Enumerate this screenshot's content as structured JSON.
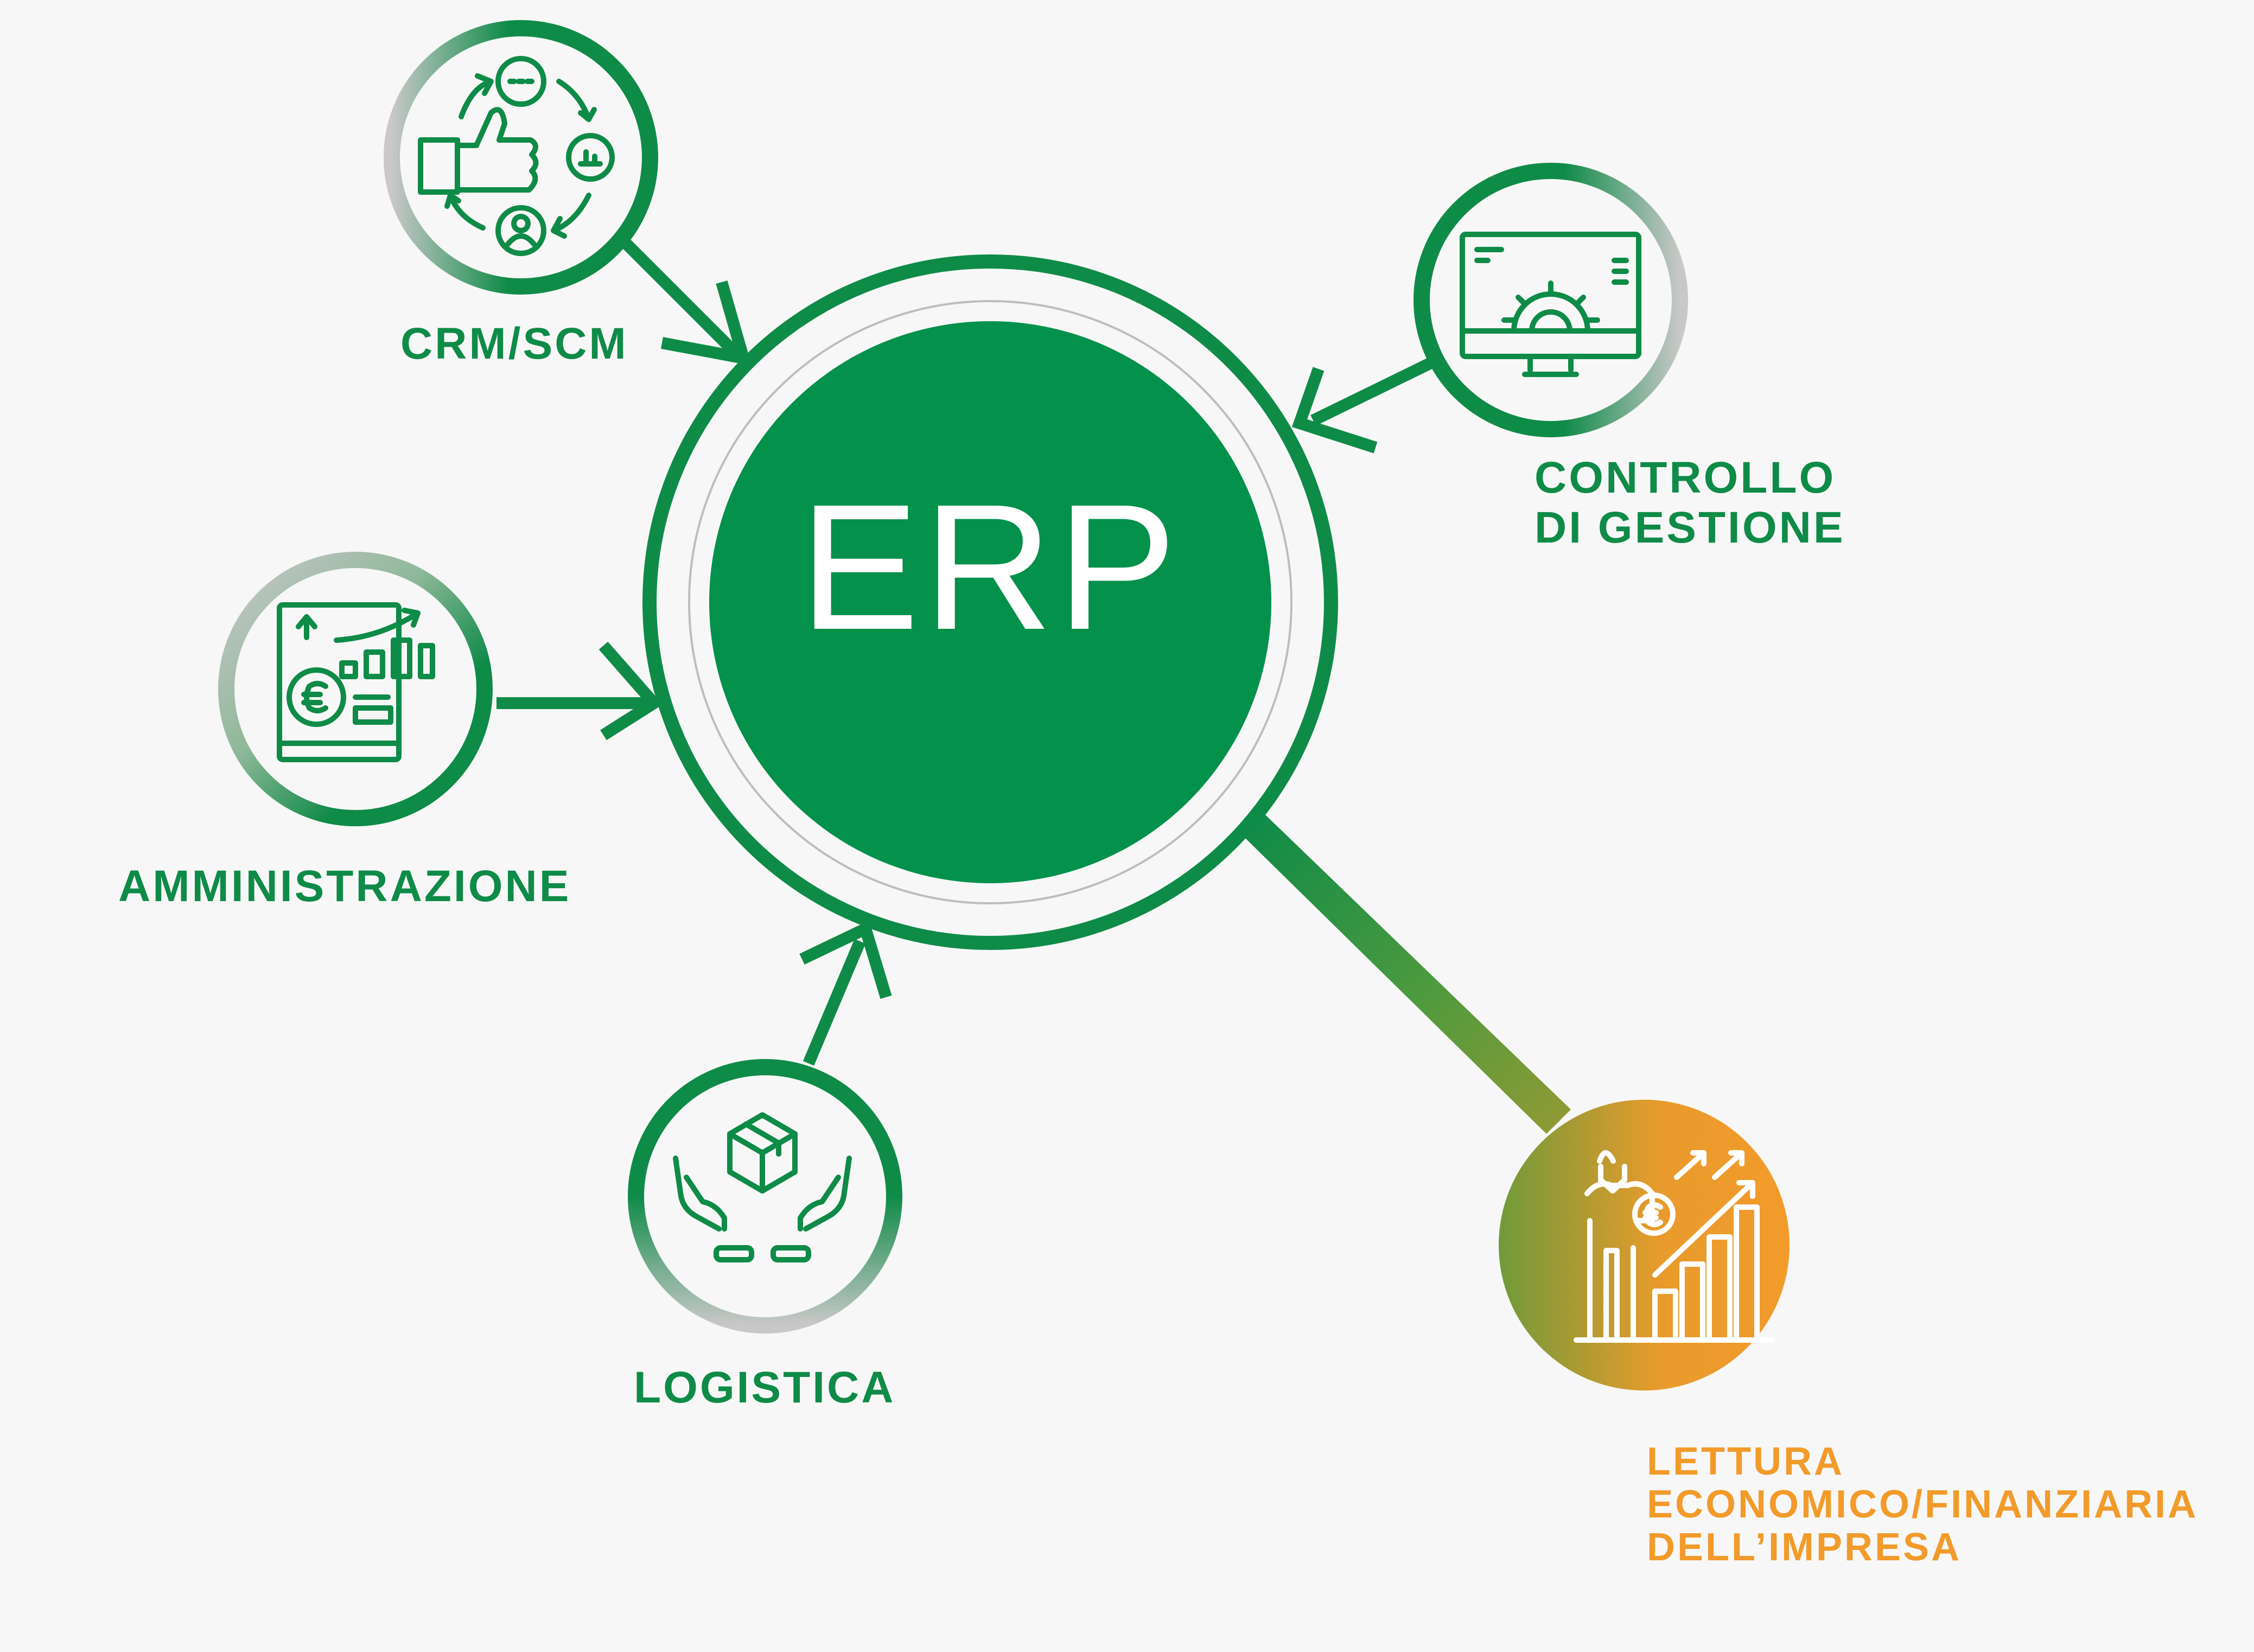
{
  "center": {
    "label": "ERP"
  },
  "nodes": {
    "crm": {
      "label_lines": [
        "CRM/SCM"
      ],
      "icon": "thumbs-up-cycle-icon"
    },
    "controllo": {
      "label_lines": [
        "CONTROLLO",
        "DI GESTIONE"
      ],
      "icon": "monitor-gear-icon"
    },
    "amministrazione": {
      "label_lines": [
        "AMMINISTRAZIONE"
      ],
      "icon": "euro-report-chart-icon"
    },
    "logistica": {
      "label_lines": [
        "LOGISTICA"
      ],
      "icon": "hands-box-icon"
    },
    "lettura": {
      "label_lines": [
        "LETTURA",
        "ECONOMICO/FINANZIARIA",
        "DELL’IMPRESA"
      ],
      "icon": "businessman-growth-chart-icon"
    }
  },
  "colors": {
    "green": "#0f8b48",
    "center_fill": "#03914c",
    "orange": "#f29b2b",
    "ring_gray": "#c8c8c8",
    "background": "#f7f7f7"
  }
}
